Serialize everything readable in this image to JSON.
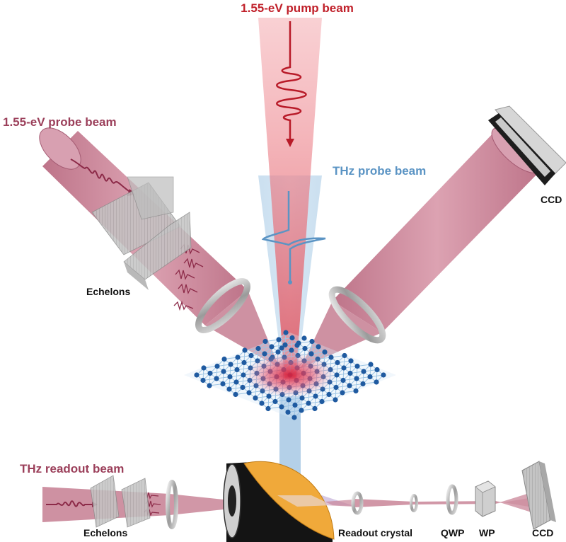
{
  "labels": {
    "pump_beam": "1.55-eV pump beam",
    "probe_beam": "1.55-eV probe beam",
    "thz_probe_beam": "THz probe beam",
    "thz_readout_beam": "THz readout beam",
    "echelons_top": "Echelons",
    "echelons_bottom": "Echelons",
    "ccd_top": "CCD",
    "ccd_bottom": "CCD",
    "readout_crystal": "Readout crystal",
    "qwp": "QWP",
    "wp": "WP"
  },
  "colors": {
    "pump": "#e8636e",
    "probe": "#c9778c",
    "thz": "#8fb8d9",
    "label_red": "#c0202a",
    "label_probe": "#9b3f5a",
    "label_thz": "#5b94c4",
    "mirror_gold": "#f0a93a",
    "atom": "#1f5aa0",
    "lattice": "#9cc4e4"
  }
}
